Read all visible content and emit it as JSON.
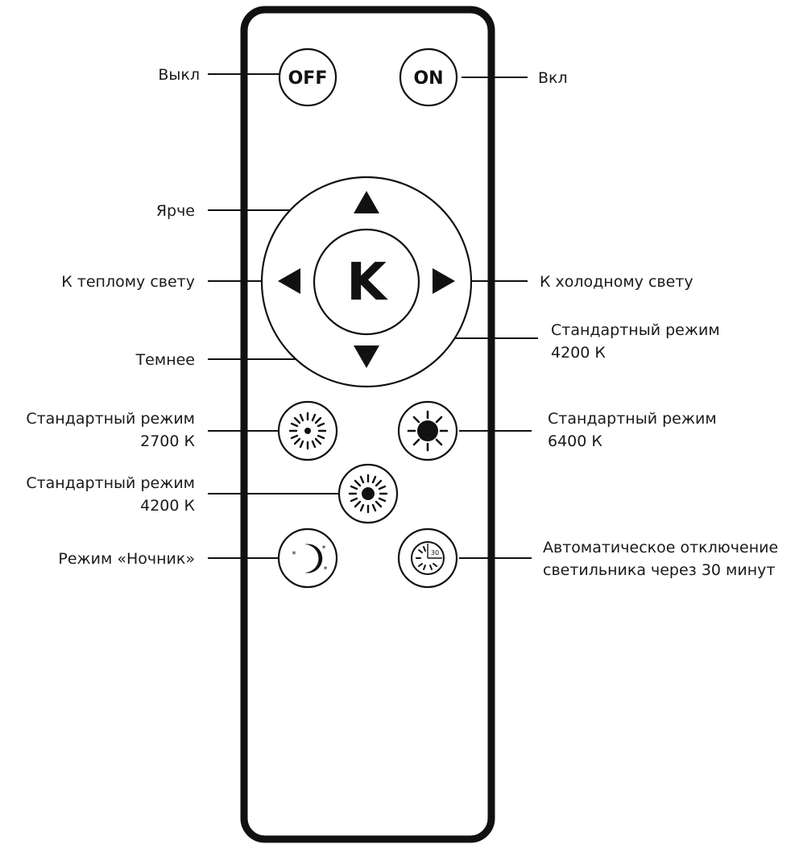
{
  "buttons": {
    "off": "OFF",
    "on": "ON",
    "center": "K",
    "timer_value": "30"
  },
  "icons": {
    "off": "power-off-icon",
    "on": "power-on-icon",
    "up": "arrow-up-icon",
    "down": "arrow-down-icon",
    "left": "arrow-left-icon",
    "right": "arrow-right-icon",
    "warm": "sun-outline-icon",
    "neutral": "sun-icon",
    "cold": "sun-filled-icon",
    "night": "moon-stars-icon",
    "timer": "timer-30-icon"
  },
  "labels": {
    "off": "Выкл",
    "on": "Вкл",
    "brighter": "Ярче",
    "warmer": "К теплому свету",
    "colder": "К холодному свету",
    "standard_center_line1": "Стандартный режим",
    "standard_center_line2": "4200 К",
    "darker": "Темнее",
    "warm_line1": "Стандартный режим",
    "warm_line2": "2700 К",
    "cold_line1": "Стандартный режим",
    "cold_line2": "6400 К",
    "neutral_line1": "Стандартный режим",
    "neutral_line2": "4200 К",
    "night": "Режим «Ночник»",
    "timer_line1": "Автоматическое отключение",
    "timer_line2": "светильника через 30 минут"
  },
  "colors": {
    "ink": "#111111",
    "background": "#ffffff"
  }
}
